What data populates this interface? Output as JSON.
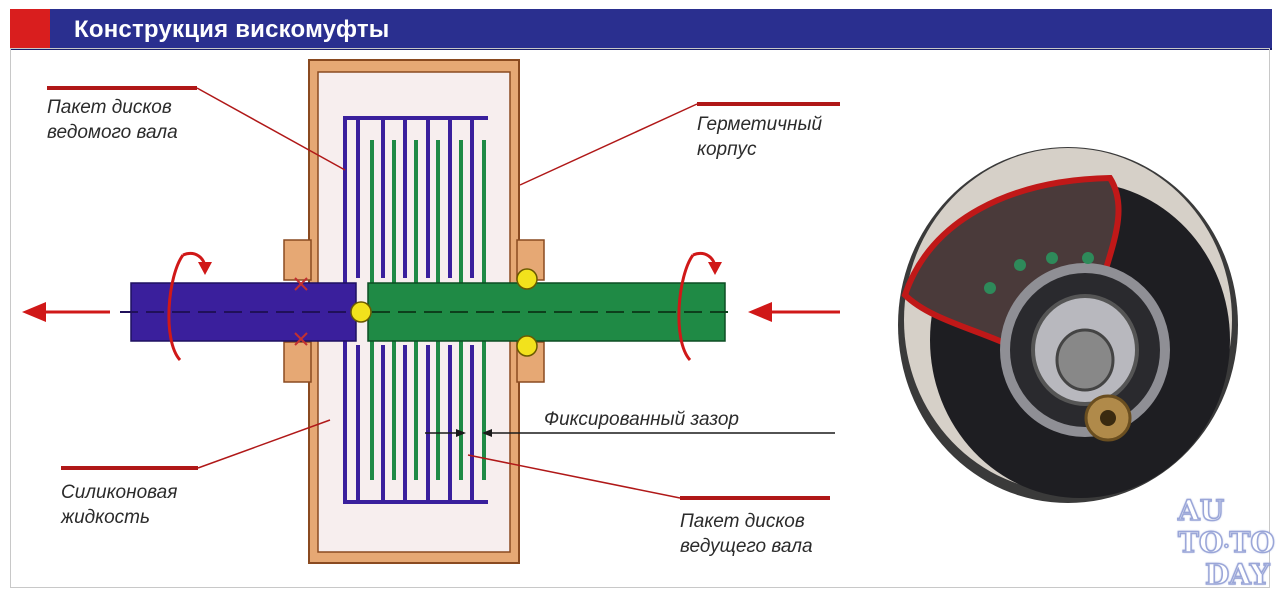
{
  "header": {
    "title": "Конструкция вискомуфты",
    "bar_color": "#2a2f8f",
    "accent_color": "#d91e1e"
  },
  "labels": {
    "driven_shaft_discs": [
      "Пакет дисков",
      "ведомого вала"
    ],
    "sealed_housing": [
      "Герметичный",
      "корпус"
    ],
    "fixed_gap": "Фиксированный зазор",
    "silicone_fluid": [
      "Силиконовая",
      "жидкость"
    ],
    "driving_shaft_discs": [
      "Пакет дисков",
      "ведущего вала"
    ]
  },
  "watermark": {
    "line1": "AU",
    "line2_left": "TO",
    "line2_right": "TO",
    "line3": "DAY"
  },
  "colors": {
    "driven_shaft": "#3a1f9c",
    "driving_shaft": "#1f8a45",
    "housing": "#e0a070",
    "callout_line": "#b01818",
    "bearing": "#f2e21c",
    "arrow": "#d01818"
  },
  "icons": {
    "rotation_left": "rotation-arrow-icon",
    "rotation_right": "rotation-arrow-icon",
    "photo": "viscous-coupling-cutaway-photo"
  }
}
